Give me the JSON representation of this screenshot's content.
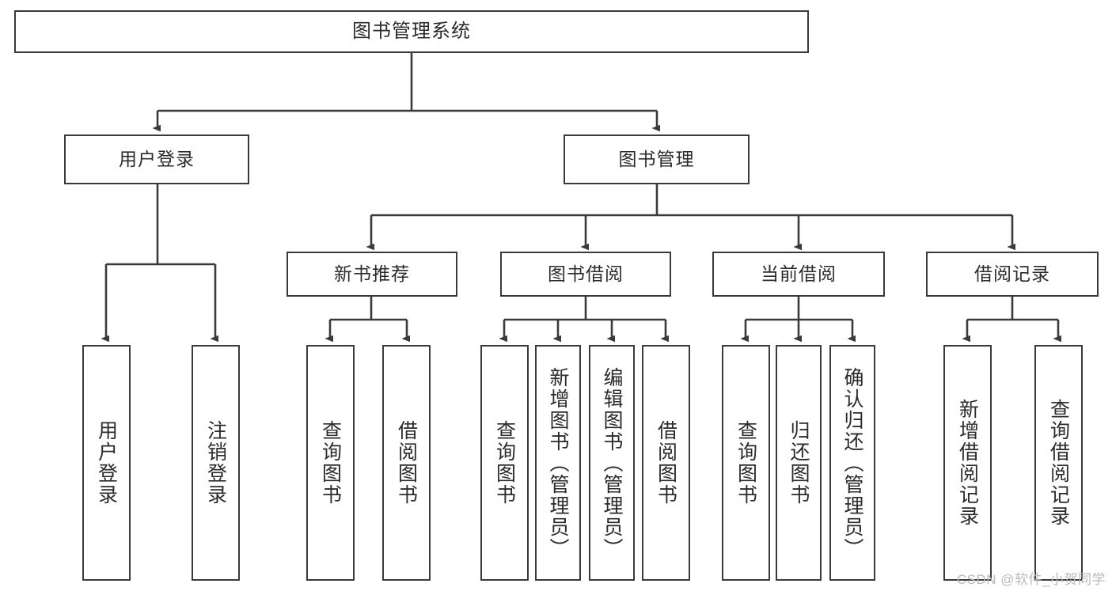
{
  "diagram": {
    "title": "图书管理系统",
    "type": "tree",
    "watermark": "CSDN @软件_小贺同学",
    "colors": {
      "stroke": "#3a3a3a",
      "box_fill": "#ffffff",
      "text": "#2b2b2b",
      "watermark": "#b9b9b9",
      "background": "#ffffff"
    },
    "nodes": {
      "root": {
        "label": "图书管理系统"
      },
      "level2": [
        {
          "id": "user-login",
          "label": "用户登录"
        },
        {
          "id": "book-manage",
          "label": "图书管理"
        }
      ],
      "level3": [
        {
          "id": "new-book-recommend",
          "label": "新书推荐"
        },
        {
          "id": "book-borrow",
          "label": "图书借阅"
        },
        {
          "id": "current-borrow",
          "label": "当前借阅"
        },
        {
          "id": "borrow-record",
          "label": "借阅记录"
        }
      ],
      "leaves": {
        "user-login": [
          {
            "id": "leaf-user-login",
            "label": "用户登录"
          },
          {
            "id": "leaf-logout-login",
            "label": "注销登录"
          }
        ],
        "new-book-recommend": [
          {
            "id": "leaf-query-book-1",
            "label": "查询图书"
          },
          {
            "id": "leaf-borrow-book-1",
            "label": "借阅图书"
          }
        ],
        "book-borrow": [
          {
            "id": "leaf-query-book-2",
            "label": "查询图书"
          },
          {
            "id": "leaf-add-book",
            "label": "新增图书（管理员）"
          },
          {
            "id": "leaf-edit-book",
            "label": "编辑图书（管理员）"
          },
          {
            "id": "leaf-borrow-book-2",
            "label": "借阅图书"
          }
        ],
        "current-borrow": [
          {
            "id": "leaf-query-book-3",
            "label": "查询图书"
          },
          {
            "id": "leaf-return-book",
            "label": "归还图书"
          },
          {
            "id": "leaf-confirm-return",
            "label": "确认归还（管理员）"
          }
        ],
        "borrow-record": [
          {
            "id": "leaf-add-record",
            "label": "新增借阅记录"
          },
          {
            "id": "leaf-query-record",
            "label": "查询借阅记录"
          }
        ]
      }
    }
  }
}
